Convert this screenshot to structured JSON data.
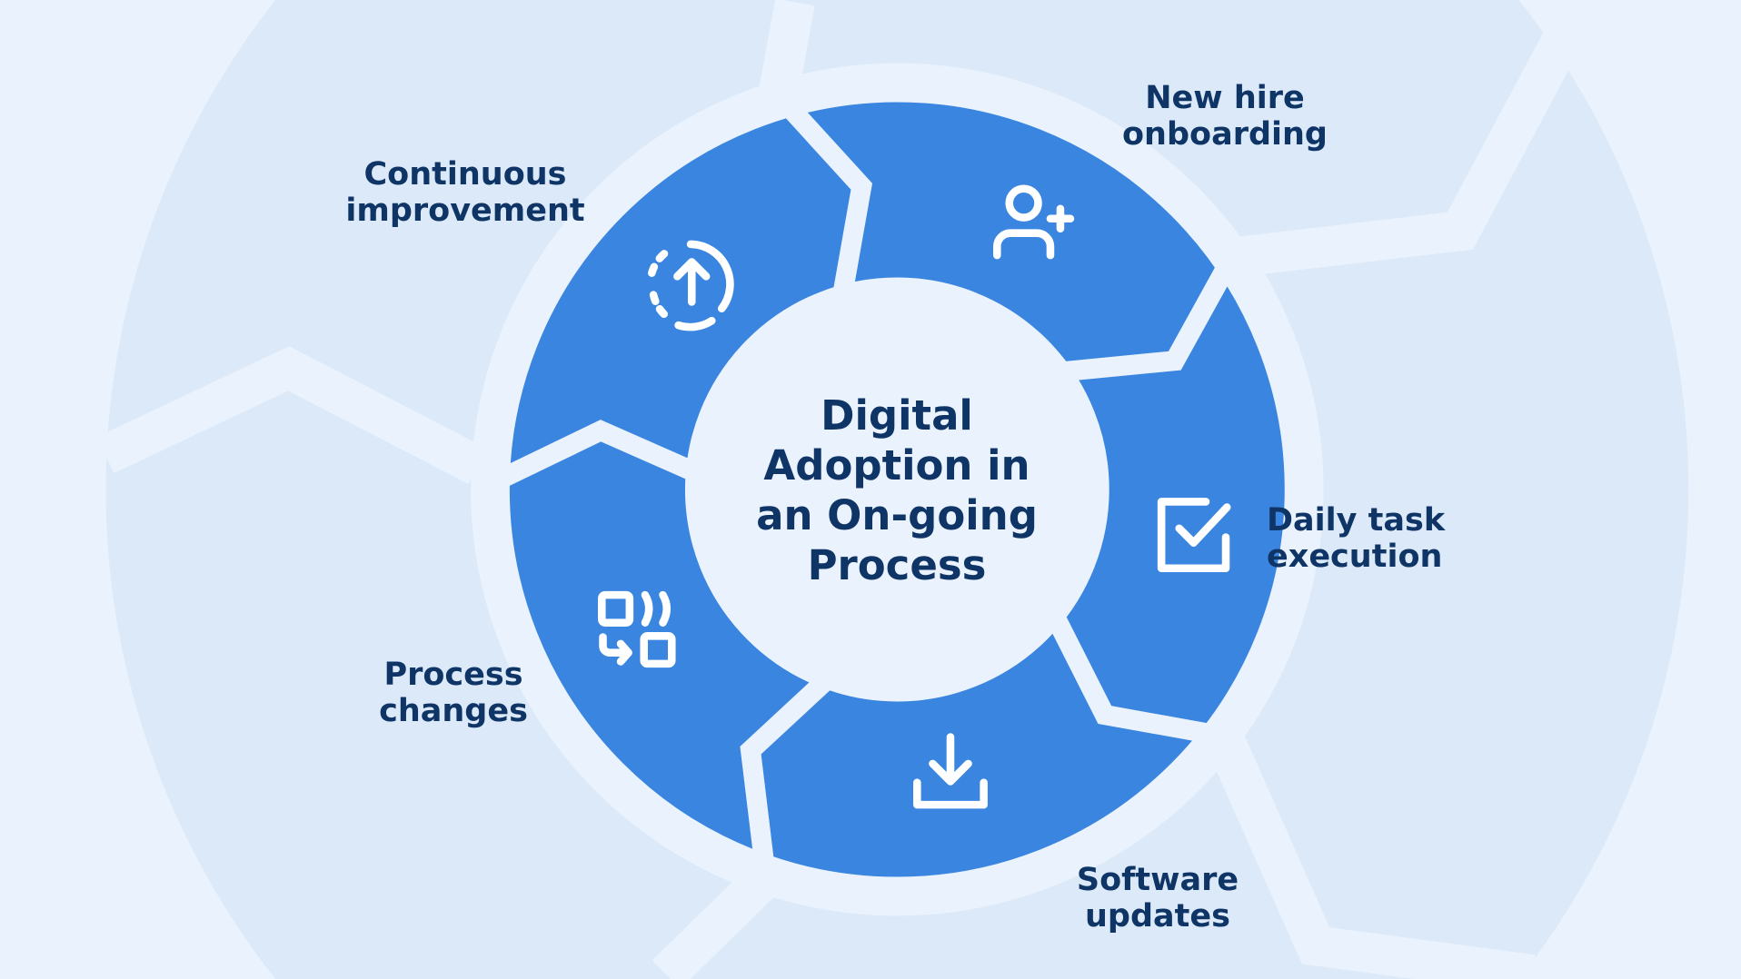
{
  "title": "Digital\nAdoption in\nan On-going\nProcess",
  "steps": [
    {
      "label": "New hire\nonboarding",
      "icon": "user-plus-icon"
    },
    {
      "label": "Daily task\nexecution",
      "icon": "checkbox-icon"
    },
    {
      "label": "Software\nupdates",
      "icon": "download-icon"
    },
    {
      "label": "Process\nchanges",
      "icon": "workflow-icon"
    },
    {
      "label": "Continuous\nimprovement",
      "icon": "refresh-up-icon"
    }
  ],
  "colors": {
    "background": "#eaf3fd",
    "ring": "#dce9f8",
    "segment": "#3a85e0",
    "text": "#0f3466"
  }
}
